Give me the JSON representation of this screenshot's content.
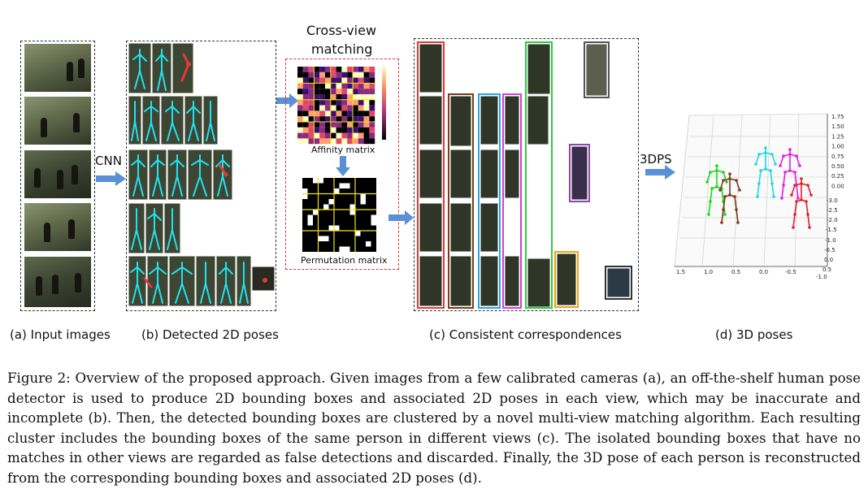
{
  "labels": {
    "cross_view_matching_line1": "Cross-view",
    "cross_view_matching_line2": "matching",
    "cnn": "CNN",
    "affinity_matrix": "Affinity matrix",
    "permutation_matrix": "Permutation matrix",
    "threedps": "3DPS"
  },
  "panel_captions": {
    "a": "(a) Input images",
    "b": "(b) Detected 2D poses",
    "c": "(c) Consistent correspondences",
    "d": "(d) 3D poses"
  },
  "plot3d": {
    "z_ticks": [
      "1.75",
      "1.50",
      "1.25",
      "1.00",
      "0.75",
      "0.50",
      "0.25",
      "0.00"
    ],
    "y_ticks": [
      "-3.0",
      "-2.5",
      "-2.0",
      "-1.5",
      "-1.0",
      "-0.5",
      "0.0",
      "0.5",
      "-1.0"
    ],
    "x_ticks": [
      "1.5",
      "1.0",
      "0.5",
      "0.0",
      "-0.5"
    ],
    "skeleton_colors": [
      "#1bd61b",
      "#7a3a1a",
      "#21d6e0",
      "#e21fe0",
      "#e0202a"
    ]
  },
  "cluster_colors": [
    "#e53935",
    "#7a3a1a",
    "#29a3e8",
    "#d43fd4",
    "#2ecc40",
    "#8e44ad",
    "#f0a30a",
    "#333333"
  ],
  "figure_caption": "Figure 2: Overview of the proposed approach. Given images from a few calibrated cameras (a), an off-the-shelf human pose detector is used to produce 2D bounding boxes and associated 2D poses in each view, which may be inaccurate and incomplete (b). Then, the detected bounding boxes are clustered by a novel multi-view matching algorithm. Each resulting cluster includes the bounding boxes of the same person in different views (c). The isolated bounding boxes that have no matches in other views are regarded as false detections and discarded. Finally, the 3D pose of each person is reconstructed from the corresponding bounding boxes and associated 2D poses (d)."
}
